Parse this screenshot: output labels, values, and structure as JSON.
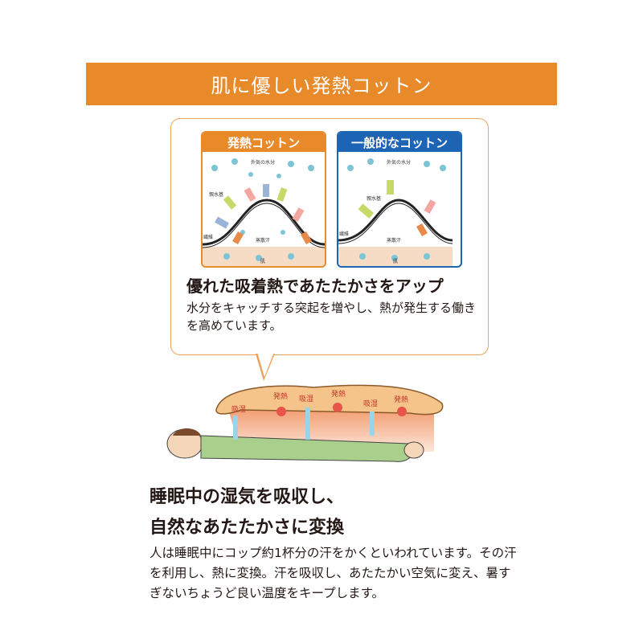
{
  "banner": {
    "title": "肌に優しい発熱コットン"
  },
  "panels": [
    {
      "title": "発熱コットン",
      "labels": {
        "moisture": "外気の水分",
        "hydrophilic": "親水基",
        "fiber": "繊維",
        "sweat": "蒸散汗",
        "skin": "肌"
      }
    },
    {
      "title": "一般的なコットン",
      "labels": {
        "moisture": "外気の水分",
        "hydrophilic": "親水基",
        "fiber": "繊維",
        "sweat": "蒸散汗",
        "skin": "肌"
      }
    }
  ],
  "callout": {
    "heading": "優れた吸着熱であたたかさをアップ",
    "body": "水分をキャッチする突起を増やし、熱が発生する働きを高めています。"
  },
  "illustration": {
    "labels": [
      "吸湿",
      "発熱",
      "吸湿",
      "発熱",
      "吸湿",
      "発熱"
    ]
  },
  "section": {
    "heading_line1": "睡眠中の湿気を吸収し、",
    "heading_line2": "自然なあたたかさに変換",
    "body": "人は睡眠中にコップ約1杯分の汗をかくといわれています。その汗を利用し、熱に変換。汗を吸収し、あたたかい空気に変え、暑すぎないちょうど良い温度をキープします。"
  },
  "colors": {
    "accent": "#E8892A",
    "blue": "#1E64B4"
  }
}
